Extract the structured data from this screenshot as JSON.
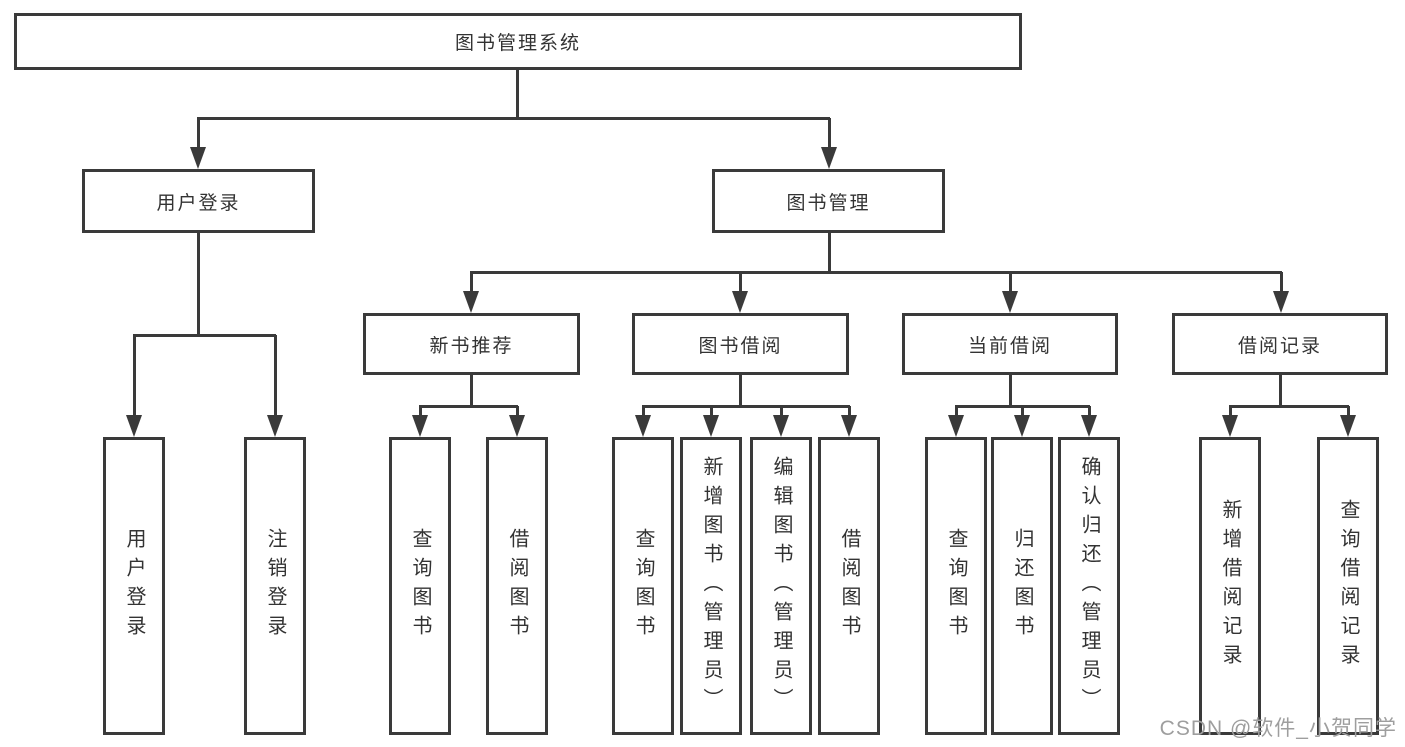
{
  "diagram": {
    "root": "图书管理系统",
    "level2": {
      "user_login": "用户登录",
      "book_management": "图书管理"
    },
    "level3": {
      "new_book": "新书推荐",
      "book_borrow": "图书借阅",
      "current_borrow": "当前借阅",
      "borrow_record": "借阅记录"
    },
    "leaves": {
      "user_login": [
        "用户登录",
        "注销登录"
      ],
      "new_book": [
        "查询图书",
        "借阅图书"
      ],
      "book_borrow": [
        "查询图书",
        "新增图书（管理员）",
        "编辑图书（管理员）",
        "借阅图书"
      ],
      "current_borrow": [
        "查询图书",
        "归还图书",
        "确认归还（管理员）"
      ],
      "borrow_record": [
        "新增借阅记录",
        "查询借阅记录"
      ]
    }
  },
  "watermark": "CSDN @软件_小贺同学",
  "colors": {
    "line": "#3a3a3a",
    "text": "#333333",
    "box_fill": "#ffffff",
    "background": "#ffffff",
    "watermark": "#9e9e9e"
  }
}
